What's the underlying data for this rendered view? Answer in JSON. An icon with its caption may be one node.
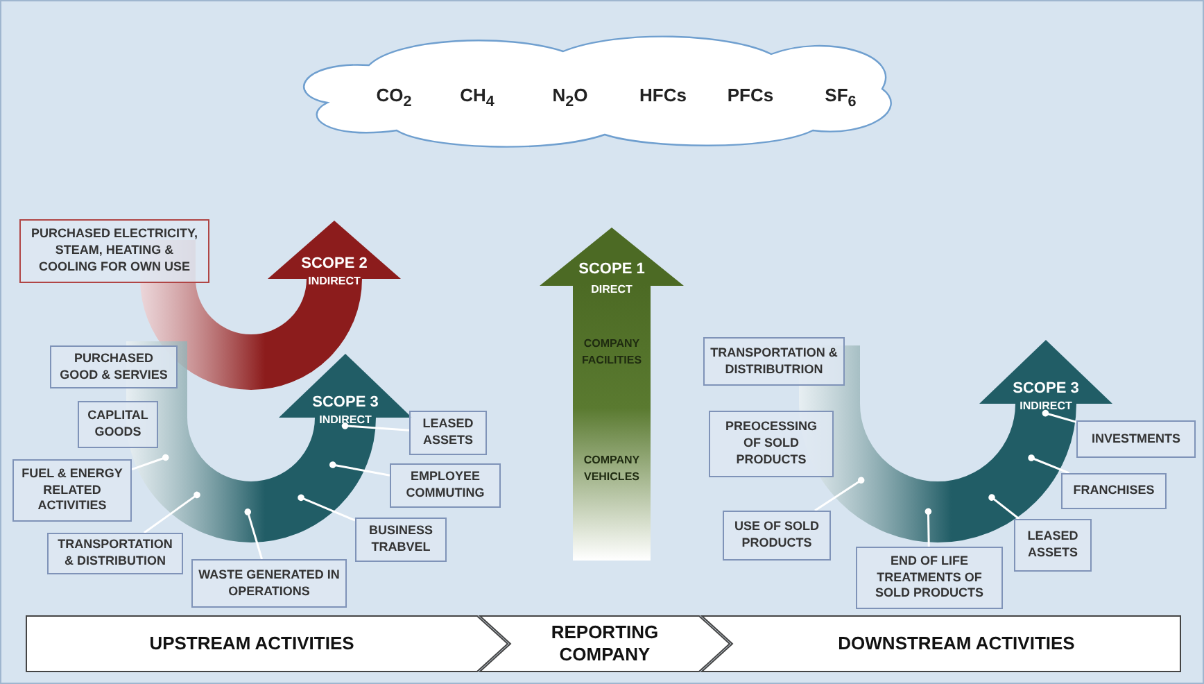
{
  "diagram": {
    "nodes": [
      {
        "text": [
          "CO$_{2}$",
          "CH$_{4}$",
          "N$_{2}$O",
          "HFCs",
          "PFCs",
          "SF$_{6}$"
        ]
      },
      {
        "text": [
          "PURCHASED ELECTRICITY, STEAM, HEATING & COOLING FOR OWN USE"
        ]
      },
      {
        "text": [
          "SCOPE 2",
          "INDIRECT"
        ]
      },
      {
        "text": [
          "SCOPE 1",
          "DIRECT",
          "COMPANY FACILITIES",
          "COMPANY VEHICLES"
        ]
      },
      {
        "text": [
          "PURCHASED GOOD & SERVIES"
        ]
      },
      {
        "text": [
          "TRANSPORTATION & DISTRIBUTRION"
        ]
      },
      {
        "text": [
          "SCOPE 3",
          "INDIRECT"
        ]
      },
      {
        "text": [
          "CAPLITAL GOODS"
        ]
      },
      {
        "text": [
          "LEASED ASSETS"
        ]
      },
      {
        "text": [
          "SCOPE 3",
          "INDIRECT"
        ]
      },
      {
        "text": [
          "PREOCESSING OF SOLD PRODUCTS"
        ]
      },
      {
        "text": [
          "INVESTMENTS"
        ]
      },
      {
        "text": [
          "FUEL & ENERGY RELATED ACTIVITIES"
        ]
      },
      {
        "text": [
          "EMPLOYEE COMMUTING"
        ]
      },
      {
        "text": [
          "FRANCHISES"
        ]
      },
      {
        "text": [
          "USE OF SOLD PRODUCTS"
        ]
      },
      {
        "text": [
          "BUSINESS TRABVEL"
        ]
      },
      {
        "text": [
          "TRANSPORTATION & DISTRIBUTION"
        ]
      },
      {
        "text": [
          "LEASED ASSETS"
        ]
      },
      {
        "text": [
          "WASTE GENERATED IN OPERATIONS"
        ]
      },
      {
        "text": [
          "END OF LIFE TREATMENTS OF SOLD PRODUCTS"
        ]
      },
      {
        "text": [
          "UPSTREAM ACTIVITIES"
        ]
      },
      {
        "text": [
          "REPORTING COMPANY"
        ]
      },
      {
        "text": [
          "DOWNSTREAM ACTIVITIES"
        ]
      }
    ],
    "edges": [
      {
        "from": 12,
        "to": 6,
        "arrow": "other"
      },
      {
        "from": 17,
        "to": 6,
        "arrow": "other"
      },
      {
        "from": 19,
        "to": 6,
        "arrow": "other"
      },
      {
        "from": 16,
        "to": 6,
        "arrow": "other"
      },
      {
        "from": 13,
        "to": 6,
        "arrow": "other"
      },
      {
        "from": 8,
        "to": 6,
        "arrow": "other"
      },
      {
        "from": 15,
        "to": 9,
        "arrow": "other"
      },
      {
        "from": 20,
        "to": 9,
        "arrow": "other"
      },
      {
        "from": 18,
        "to": 9,
        "arrow": "other"
      },
      {
        "from": 14,
        "to": 9,
        "arrow": "other"
      },
      {
        "from": 11,
        "to": 9,
        "arrow": "other"
      }
    ]
  }
}
